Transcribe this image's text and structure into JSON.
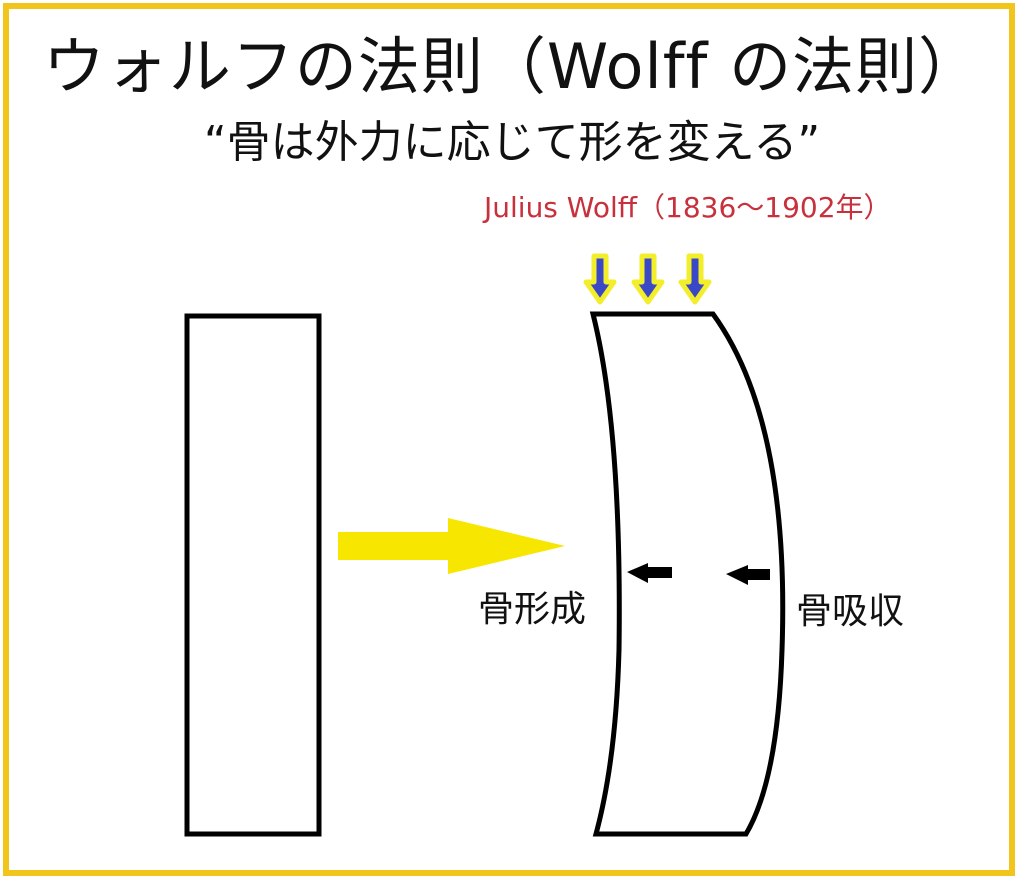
{
  "title": "ウォルフの法則（Wolff の法則）",
  "subtitle": "“骨は外力に応じて形を変える”",
  "author": "Julius Wolff（1836～1902年）",
  "labels": {
    "bone_formation": "骨形成",
    "bone_resorption": "骨吸収"
  },
  "diagram": {
    "left_shape": "straight-bone-rectangle",
    "transition_arrow": "yellow-right-arrow",
    "right_shape": "curved-bone-under-load",
    "load_arrows_count": 3,
    "small_arrows": [
      "arrow-left-formation",
      "arrow-left-resorption"
    ]
  },
  "colors": {
    "frame_border": "#f2c51c",
    "author_text": "#c8303c",
    "transition_arrow": "#f7e600",
    "load_arrow_fill": "#3a48c8",
    "load_arrow_glow": "#f2ee2a",
    "outline": "#000000"
  }
}
